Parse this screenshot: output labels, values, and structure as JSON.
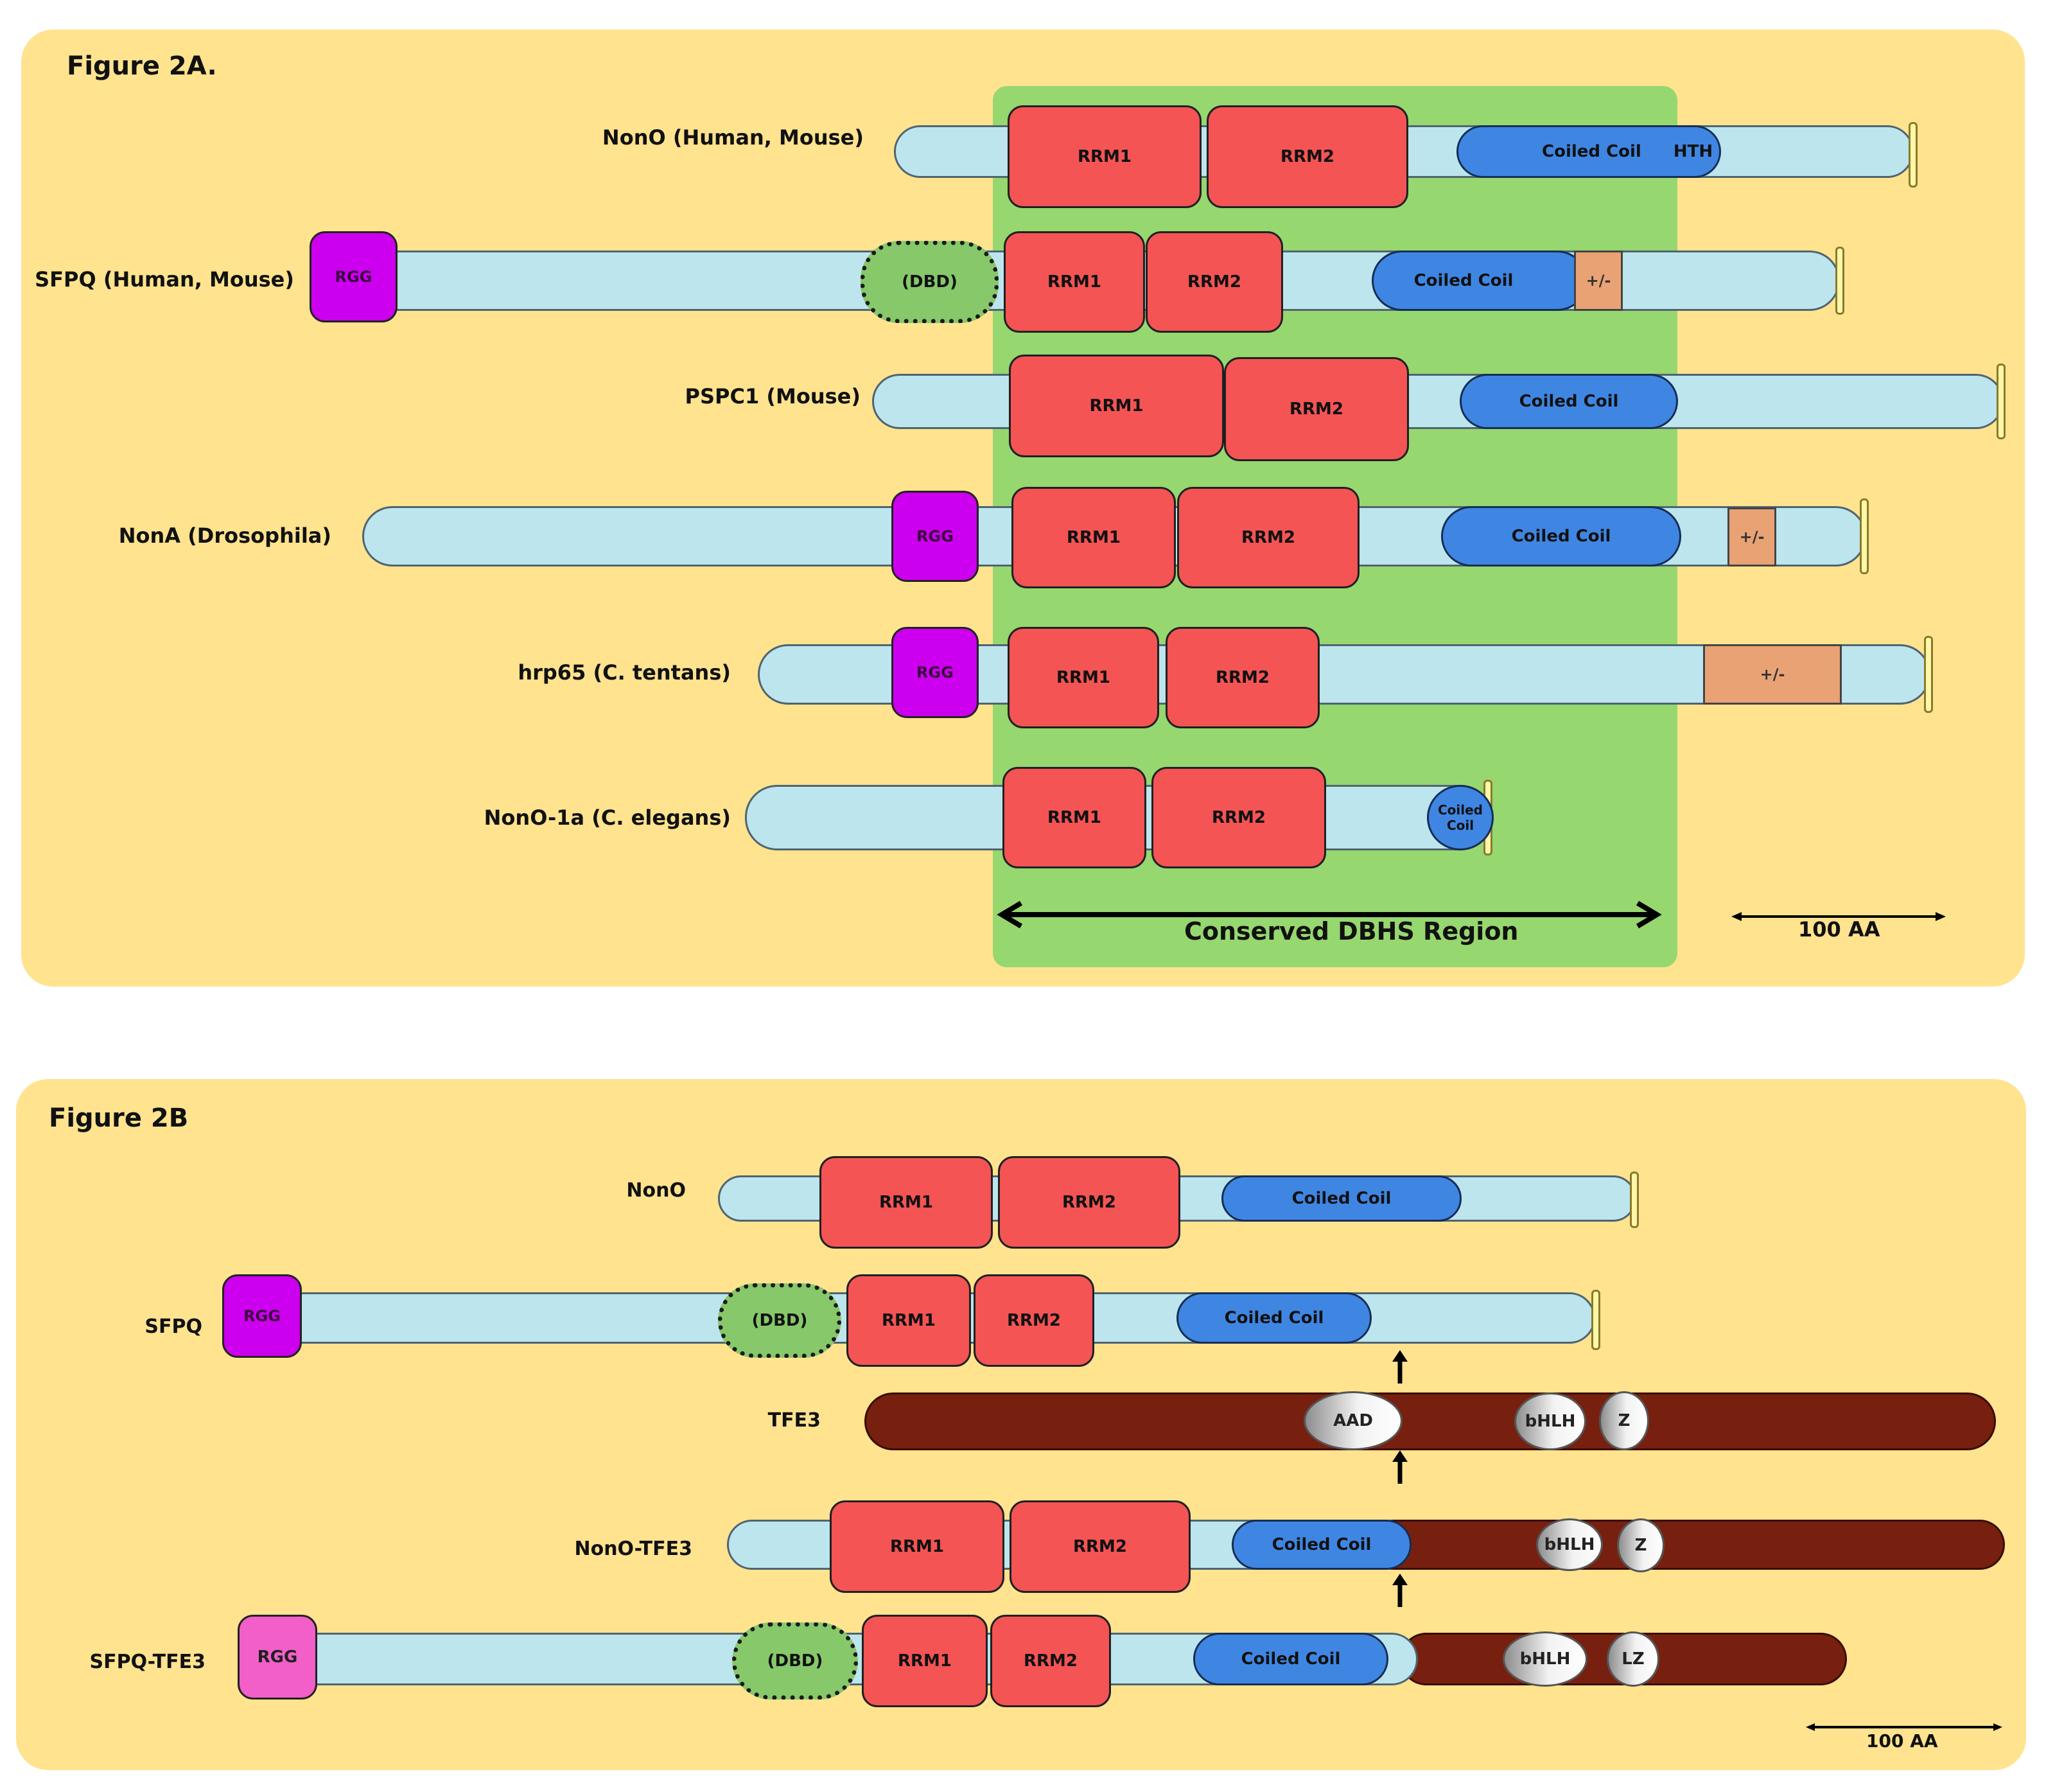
{
  "panel_a": {
    "title": "Figure 2A.",
    "conserved_label": "Conserved DBHS Region",
    "scale_label": "100 AA",
    "proteins": [
      {
        "label": "NonO (Human, Mouse)",
        "rrm1": "RRM1",
        "rrm2": "RRM2",
        "cc": "Coiled Coil",
        "hth": "HTH"
      },
      {
        "label": "SFPQ (Human, Mouse)",
        "rgg": "RGG",
        "dbd": "(DBD)",
        "rrm1": "RRM1",
        "rrm2": "RRM2",
        "cc": "Coiled Coil",
        "pm": "+/-"
      },
      {
        "label": "PSPC1 (Mouse)",
        "rrm1": "RRM1",
        "rrm2": "RRM2",
        "cc": "Coiled Coil"
      },
      {
        "label": "NonA (Drosophila)",
        "rgg": "RGG",
        "rrm1": "RRM1",
        "rrm2": "RRM2",
        "cc": "Coiled Coil",
        "pm": "+/-"
      },
      {
        "label": "hrp65 (C. tentans)",
        "rgg": "RGG",
        "rrm1": "RRM1",
        "rrm2": "RRM2",
        "pm": "+/-"
      },
      {
        "label": "NonO-1a (C. elegans)",
        "rrm1": "RRM1",
        "rrm2": "RRM2",
        "cc_line1": "Coiled",
        "cc_line2": "Coil"
      }
    ]
  },
  "panel_b": {
    "title": "Figure 2B",
    "scale_label": "100 AA",
    "proteins": [
      {
        "label": "NonO",
        "rrm1": "RRM1",
        "rrm2": "RRM2",
        "cc": "Coiled Coil"
      },
      {
        "label": "SFPQ",
        "rgg": "RGG",
        "dbd": "(DBD)",
        "rrm1": "RRM1",
        "rrm2": "RRM2",
        "cc": "Coiled Coil"
      },
      {
        "label": "TFE3",
        "aad": "AAD",
        "bhlh": "bHLH",
        "z": "Z"
      },
      {
        "label": "NonO-TFE3",
        "rrm1": "RRM1",
        "rrm2": "RRM2",
        "cc": "Coiled Coil",
        "bhlh": "bHLH",
        "z": "Z"
      },
      {
        "label": "SFPQ-TFE3",
        "rgg": "RGG",
        "dbd": "(DBD)",
        "rrm1": "RRM1",
        "rrm2": "RRM2",
        "cc": "Coiled Coil",
        "bhlh": "bHLH",
        "lz": "LZ"
      }
    ]
  },
  "colors": {
    "panel_background": "#ffe38f",
    "conserved_region": "#96d770",
    "protein_backbone": "#bde5ee",
    "rrm": "#f45454",
    "coiled_coil": "#3f86e3",
    "rgg": "#cc00ee",
    "rgg_fusion": "#f25fc9",
    "dbd": "#86c86a",
    "charged_region": "#e9a274",
    "tfe3": "#77200f"
  }
}
